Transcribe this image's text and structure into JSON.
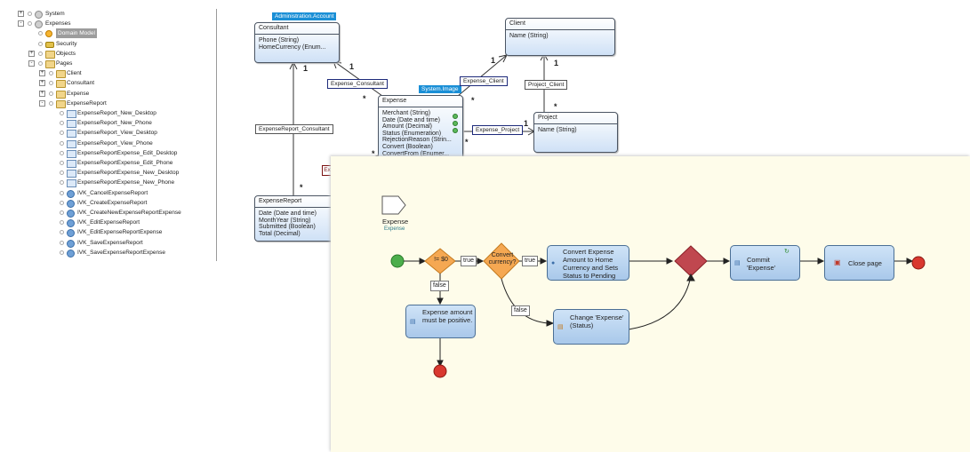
{
  "tree": {
    "items": [
      {
        "label": "System",
        "toggle": "+",
        "icon": "gear-icon"
      },
      {
        "label": "Expenses",
        "toggle": "-",
        "icon": "gear-icon"
      },
      {
        "label": "Domain Model",
        "icon": "domain-model-icon",
        "selected": true
      },
      {
        "label": "Security",
        "icon": "key-icon"
      },
      {
        "label": "Objects",
        "toggle": "+",
        "icon": "folder-icon"
      },
      {
        "label": "Pages",
        "toggle": "-",
        "icon": "folder-icon"
      },
      {
        "label": "Client",
        "toggle": "+",
        "icon": "folder-icon"
      },
      {
        "label": "Consultant",
        "toggle": "+",
        "icon": "folder-icon"
      },
      {
        "label": "Expense",
        "toggle": "+",
        "icon": "folder-icon"
      },
      {
        "label": "ExpenseReport",
        "toggle": "-",
        "icon": "folder-icon"
      },
      {
        "label": "ExpenseReport_New_Desktop",
        "icon": "page-icon"
      },
      {
        "label": "ExpenseReport_New_Phone",
        "icon": "page-icon"
      },
      {
        "label": "ExpenseReport_View_Desktop",
        "icon": "page-icon"
      },
      {
        "label": "ExpenseReport_View_Phone",
        "icon": "page-icon"
      },
      {
        "label": "ExpenseReportExpense_Edit_Desktop",
        "icon": "page-icon"
      },
      {
        "label": "ExpenseReportExpense_Edit_Phone",
        "icon": "page-icon"
      },
      {
        "label": "ExpenseReportExpense_New_Desktop",
        "icon": "page-icon"
      },
      {
        "label": "ExpenseReportExpense_New_Phone",
        "icon": "page-icon"
      },
      {
        "label": "IVK_CancelExpenseReport",
        "icon": "microflow-icon"
      },
      {
        "label": "IVK_CreateExpenseReport",
        "icon": "microflow-icon"
      },
      {
        "label": "IVK_CreateNewExpenseReportExpense",
        "icon": "microflow-icon"
      },
      {
        "label": "IVK_EditExpenseReport",
        "icon": "microflow-icon"
      },
      {
        "label": "IVK_EditExpenseReportExpense",
        "icon": "microflow-icon"
      },
      {
        "label": "IVK_SaveExpenseReport",
        "icon": "microflow-icon"
      },
      {
        "label": "IVK_SaveExpenseReportExpense",
        "icon": "microflow-icon"
      }
    ]
  },
  "domain_model": {
    "consultant": {
      "generalization": "Administration.Account",
      "title": "Consultant",
      "attrs": [
        "Phone (String)",
        "HomeCurrency  (Enum..."
      ]
    },
    "client": {
      "title": "Client",
      "attrs": [
        "Name (String)"
      ]
    },
    "expense": {
      "generalization": "System.Image",
      "title": "Expense",
      "attrs": [
        "Merchant (String)",
        "Date (Date and time)",
        "Amount (Decimal)",
        "Status (Enumeration)",
        "RejectionReason  (Strin...",
        "Convert (Boolean)",
        "ConvertFrom  (Enumer..."
      ]
    },
    "project": {
      "title": "Project",
      "attrs": [
        "Name (String)"
      ]
    },
    "expense_report": {
      "title": "ExpenseReport",
      "attrs": [
        "Date (Date and time)",
        "MonthYear (String)",
        "Submitted (Boolean)",
        "Total (Decimal)"
      ]
    },
    "associations": {
      "expense_consultant": "Expense_Consultant",
      "expense_client": "Expense_Client",
      "project_client": "Project_Client",
      "expense_project": "Expense_Project",
      "expensereport_consultant": "ExpenseReport_Consultant"
    },
    "partial_label": "Ex",
    "multiplicities": {
      "one": "1",
      "many": "*"
    }
  },
  "microflow": {
    "parameter": {
      "name": "Expense",
      "type": "Expense"
    },
    "decision1": "!= $0",
    "decision2": "Convert currency?",
    "true_label": "true",
    "false_label": "false",
    "convert_action": "Convert Expense Amount to Home Currency and Sets Status to Pending",
    "commit_action": "Commit 'Expense'",
    "close_action": "Close page",
    "error_action": "Expense amount must be positive.",
    "change_action": "Change 'Expense' (Status)"
  },
  "colors": {
    "microflow_bg": "#fefcea",
    "activity": "#bcd5f0",
    "decision": "#f5a852",
    "merge": "#c0474f",
    "start": "#4cae4c",
    "end": "#d9382f",
    "generalization": "#1a8fd6"
  }
}
